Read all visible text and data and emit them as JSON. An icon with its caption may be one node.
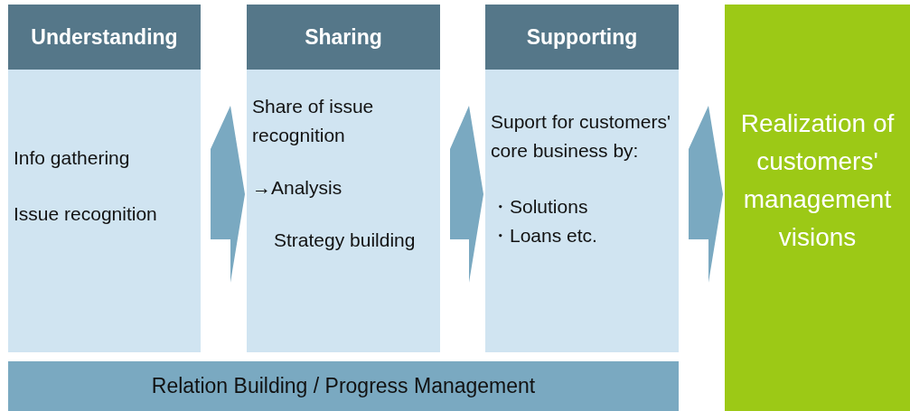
{
  "diagram": {
    "nodes": [
      {
        "text": [
          "Understanding",
          "Info gathering",
          "Issue recognition"
        ]
      },
      {
        "text": [
          "Sharing",
          "Share of issue recognition",
          "→Analysis",
          "Strategy building"
        ]
      },
      {
        "text": [
          "Supporting",
          "Suport for customers' core business by:",
          "・Solutions",
          "・Loans etc."
        ]
      },
      {
        "text": [
          "Realization of customers' management visions"
        ]
      },
      {
        "text": [
          "Relation Building / Progress Management"
        ]
      }
    ],
    "edges": [
      {
        "from": 0,
        "to": 1,
        "arrow": "to"
      },
      {
        "from": 1,
        "to": 2,
        "arrow": "to"
      },
      {
        "from": 2,
        "to": 3,
        "arrow": "to"
      }
    ]
  }
}
